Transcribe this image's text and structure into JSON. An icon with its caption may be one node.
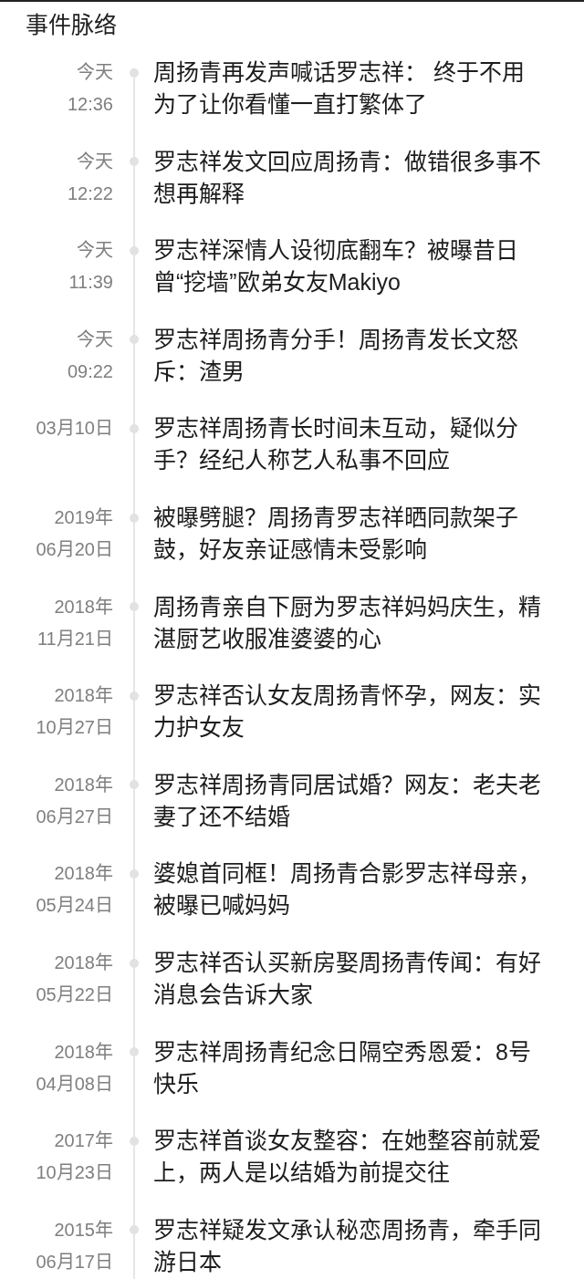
{
  "diagram": {
    "title": "事件脉络",
    "nodes": [
      {
        "text": [
          "周扬青再发声喊话罗志祥： 终于不用为了让你看懂一直打繁体了"
        ],
        "beside": [
          "今天",
          "12:36"
        ]
      },
      {
        "text": [
          "罗志祥发文回应周扬青：做错很多事不想再解释"
        ],
        "beside": [
          "今天",
          "12:22"
        ]
      },
      {
        "text": [
          "罗志祥深情人设彻底翻车？被曝昔日曾“挖墙”欧弟女友Makiyo"
        ],
        "beside": [
          "今天",
          "11:39"
        ]
      },
      {
        "text": [
          "罗志祥周扬青分手！周扬青发长文怒斥：渣男"
        ],
        "beside": [
          "今天",
          "09:22"
        ]
      },
      {
        "text": [
          "罗志祥周扬青长时间未互动，疑似分手？经纪人称艺人私事不回应"
        ],
        "beside": [
          "03月10日"
        ]
      },
      {
        "text": [
          "被曝劈腿？周扬青罗志祥晒同款架子鼓，好友亲证感情未受影响"
        ],
        "beside": [
          "2019年",
          "06月20日"
        ]
      },
      {
        "text": [
          "周扬青亲自下厨为罗志祥妈妈庆生，精湛厨艺收服准婆婆的心"
        ],
        "beside": [
          "2018年",
          "11月21日"
        ]
      },
      {
        "text": [
          "罗志祥否认女友周扬青怀孕，网友：实力护女友"
        ],
        "beside": [
          "2018年",
          "10月27日"
        ]
      },
      {
        "text": [
          "罗志祥周扬青同居试婚？网友：老夫老妻了还不结婚"
        ],
        "beside": [
          "2018年",
          "06月27日"
        ]
      },
      {
        "text": [
          "婆媳首同框！周扬青合影罗志祥母亲，被曝已喊妈妈"
        ],
        "beside": [
          "2018年",
          "05月24日"
        ]
      },
      {
        "text": [
          "罗志祥否认买新房娶周扬青传闻：有好消息会告诉大家"
        ],
        "beside": [
          "2018年",
          "05月22日"
        ]
      },
      {
        "text": [
          "罗志祥周扬青纪念日隔空秀恩爱：8号快乐"
        ],
        "beside": [
          "2018年",
          "04月08日"
        ]
      },
      {
        "text": [
          "罗志祥首谈女友整容：在她整容前就爱上，两人是以结婚为前提交往"
        ],
        "beside": [
          "2017年",
          "10月23日"
        ]
      },
      {
        "text": [
          "罗志祥疑发文承认秘恋周扬青，牵手同游日本"
        ],
        "beside": [
          "2015年",
          "06月17日"
        ]
      }
    ]
  }
}
